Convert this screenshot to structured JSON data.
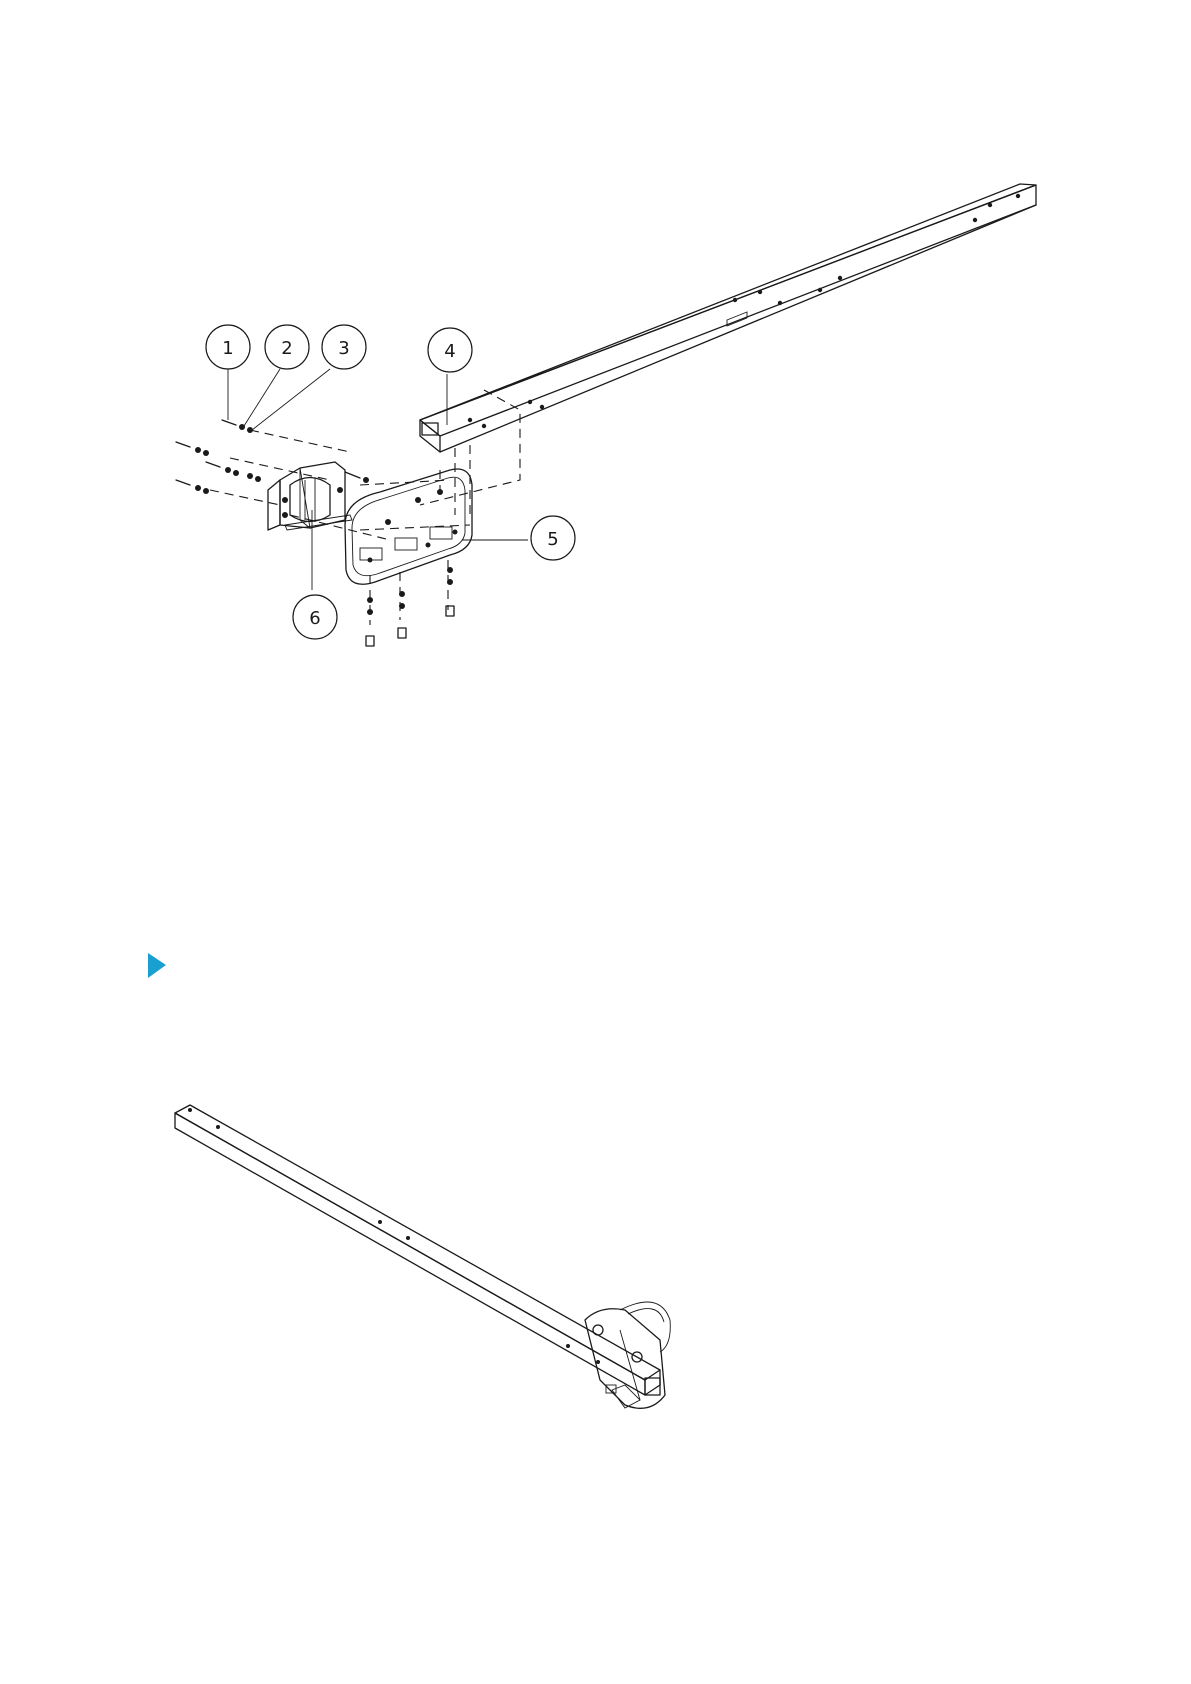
{
  "callouts": [
    {
      "id": "c1",
      "label": "1"
    },
    {
      "id": "c2",
      "label": "2"
    },
    {
      "id": "c3",
      "label": "3"
    },
    {
      "id": "c4",
      "label": "4"
    },
    {
      "id": "c5",
      "label": "5"
    },
    {
      "id": "c6",
      "label": "6"
    }
  ],
  "colors": {
    "line": "#1a1a1a",
    "marker": "#1aa0d0",
    "background": "#ffffff"
  },
  "icons": {
    "section_marker": "play-triangle-icon"
  }
}
